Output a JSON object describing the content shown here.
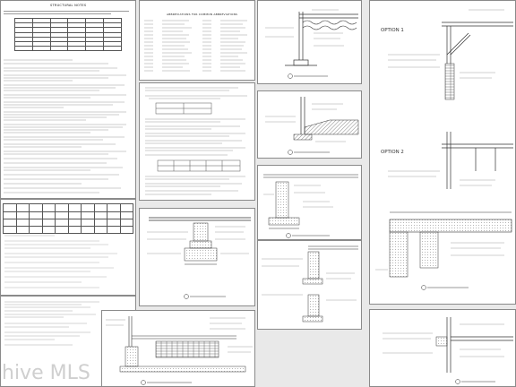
{
  "sheet": {
    "general_notes_title": "STRUCTURAL NOTES",
    "abbreviations_title": "ABBREVIATIONS FOR COMMON ABBREVIATIONS",
    "option1_label": "OPTION 1",
    "option2_label": "OPTION 2",
    "watermark": "hive MLS"
  }
}
